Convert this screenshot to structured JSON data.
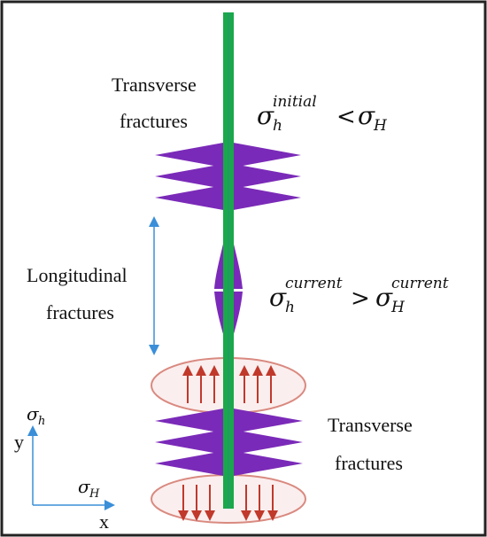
{
  "labels": {
    "top_transverse_line1": "Transverse",
    "top_transverse_line2": "fractures",
    "longitudinal_line1": "Longitudinal",
    "longitudinal_line2": "fractures",
    "bottom_transverse_line1": "Transverse",
    "bottom_transverse_line2": "fractures"
  },
  "equations": {
    "top": {
      "lhs_base": "σ",
      "lhs_sub": "h",
      "lhs_sup": "initial",
      "op": "<",
      "rhs_base": "σ",
      "rhs_sub": "H"
    },
    "middle": {
      "lhs_base": "σ",
      "lhs_sub": "h",
      "lhs_sup": "current",
      "op": ">",
      "rhs_base": "σ",
      "rhs_sub": "H",
      "rhs_sup": "current"
    }
  },
  "axes": {
    "y_label": "y",
    "x_label": "x",
    "sigma_h_base": "σ",
    "sigma_h_sub": "h",
    "sigma_H_base": "σ",
    "sigma_H_sub": "H"
  },
  "colors": {
    "wellbore": "#1aa84a",
    "fracture": "#7a2ab8",
    "arrow_red": "#c0392b",
    "ellipse": "#d98a80",
    "ellipse_fill": "#fbeeee",
    "blue_arrow": "#3a8fd8",
    "frame": "#222222"
  }
}
